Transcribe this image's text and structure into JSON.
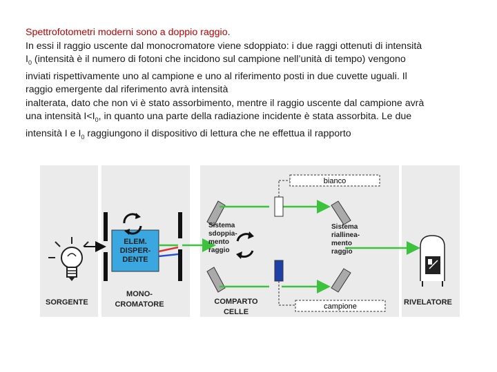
{
  "text": {
    "heading": "Spettrofotometri moderni sono a doppio raggio",
    "heading_end": ".",
    "p1": "In essi il raggio uscente dal monocromatore viene sdoppiato:  i due raggi ottenuti di intensità",
    "p2a": "I",
    "p2_sub": "0",
    "p2b": " (intensità è il numero di fotoni che incidono sul campione nell’unità di tempo) vengono",
    "p3": "inviati rispettivamente uno al campione e uno al riferimento posti in due cuvette uguali. Il",
    "p4": "raggio emergente dal riferimento avrà intensità",
    "p5": "inalterata, dato che non vi è stato assorbimento, mentre il raggio  uscente dal campione avrà",
    "p6a": "una intensità I<I",
    "p6_sub": "0",
    "p6b": ", in quanto una parte  della radiazione incidente è stata assorbita. Le due",
    "p7a": "intensità I e I",
    "p7_sub": "0",
    "p7b": "  raggiungono il dispositivo di lettura che ne effettua il rapporto"
  },
  "diagram": {
    "sorgente": "SORGENTE",
    "monocromatore_1": "MONO-",
    "monocromatore_2": "CROMATORE",
    "elem_1": "ELEM.",
    "elem_2": "DISPER-",
    "elem_3": "DENTE",
    "comparto_1": "COMPARTO",
    "comparto_2": "CELLE",
    "rivelatore": "RIVELATORE",
    "bianco": "bianco",
    "campione": "campione",
    "sdopp_1": "Sistema",
    "sdopp_2": "sdoppia-",
    "sdopp_3": "mento",
    "sdopp_4": "raggio",
    "riall_1": "Sistema",
    "riall_2": "riallinea-",
    "riall_3": "mento",
    "riall_4": "raggio",
    "colors": {
      "disperser": "#3aa7e0",
      "beam_green": "#3cc23c",
      "beam_red": "#e03030",
      "beam_blue": "#2a4fd0",
      "reference_cell": "#ffffff",
      "sample_cell": "#1f3fa8"
    }
  }
}
